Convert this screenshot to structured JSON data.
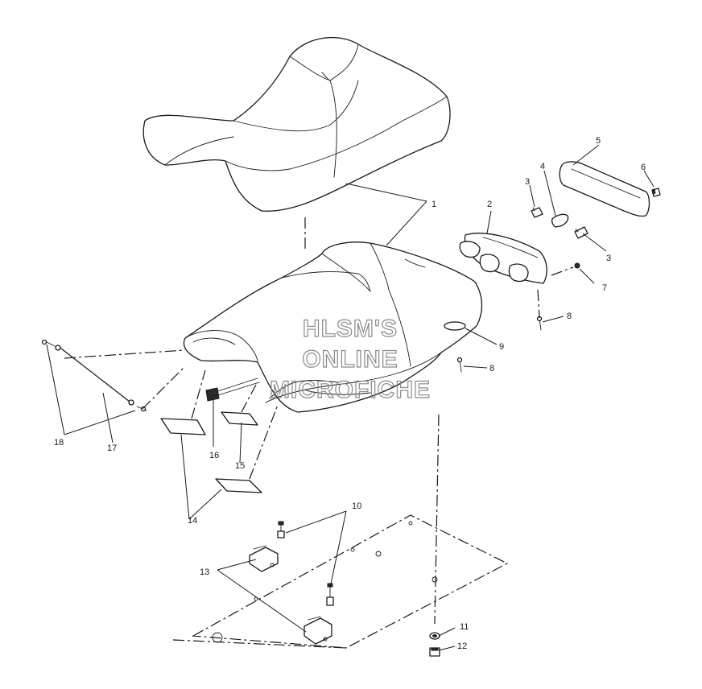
{
  "watermark": {
    "line1": "HLSM'S",
    "line2": "ONLINE",
    "line3": "MICROFICHE"
  },
  "callouts": {
    "c1": "1",
    "c2": "2",
    "c3a": "3",
    "c3b": "3",
    "c4": "4",
    "c5": "5",
    "c6": "6",
    "c7": "7",
    "c8a": "8",
    "c8b": "8",
    "c9": "9",
    "c10": "10",
    "c11": "11",
    "c12": "12",
    "c13": "13",
    "c14": "14",
    "c15": "15",
    "c16": "16",
    "c17": "17",
    "c18": "18"
  },
  "colors": {
    "line": "#1a1a1a",
    "watermark": "#8a8a8a",
    "background": "#ffffff"
  }
}
